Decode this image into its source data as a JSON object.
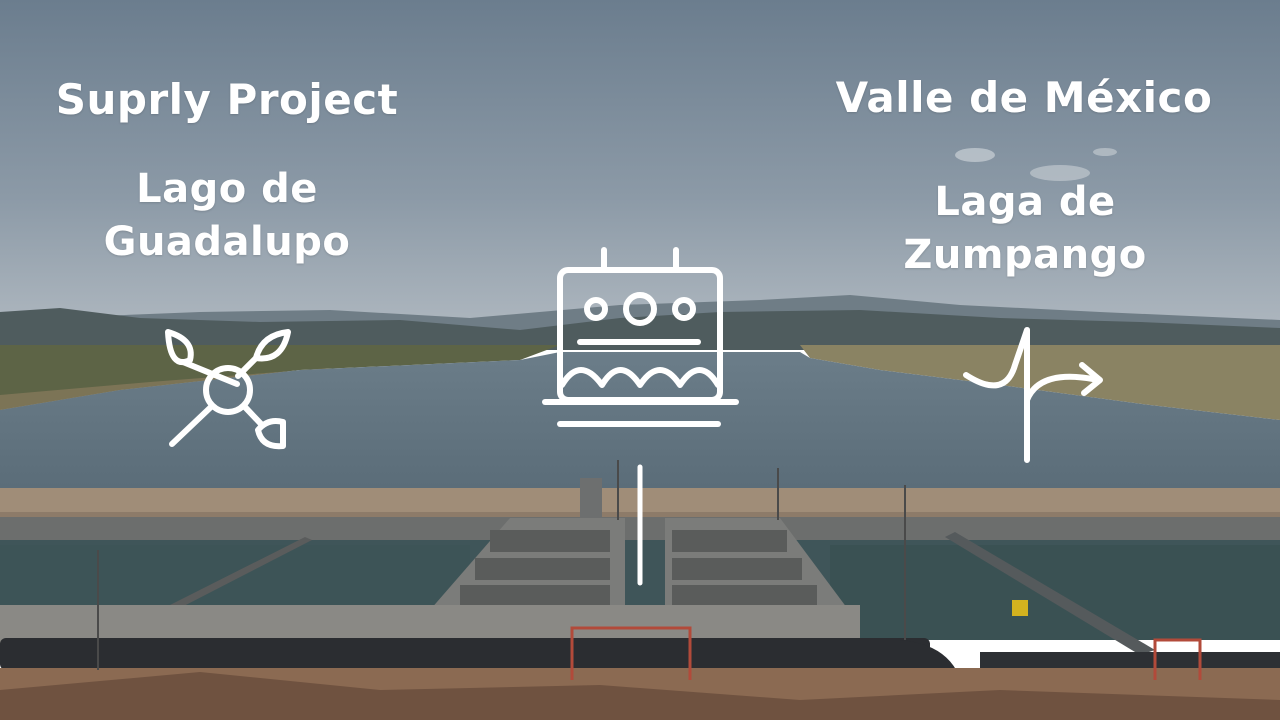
{
  "left": {
    "project_title": "Suprly Project",
    "location_line1": "Lago de",
    "location_line2": "Guadalupo",
    "icon": "plant-molecule-icon"
  },
  "right": {
    "region_title": "Valle de México",
    "location_line1": "Laga de",
    "location_line2": "Zumpango",
    "icon": "flow-split-arrow-icon"
  },
  "center": {
    "icon": "water-treatment-tank-icon",
    "pointer_icon": "down-arrow-icon"
  },
  "colors": {
    "overlay_text": "#ffffff",
    "sky": "#8796a3",
    "lake": "#61737f",
    "ground": "#8b6a52"
  }
}
